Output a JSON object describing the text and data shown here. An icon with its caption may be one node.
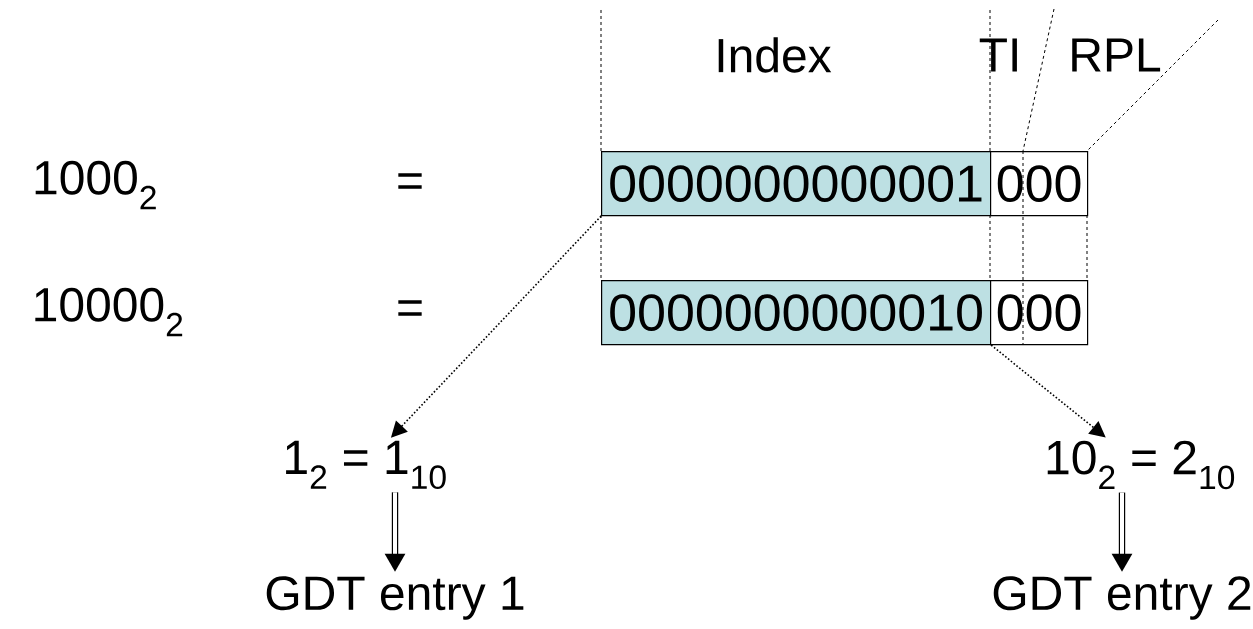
{
  "diagram": {
    "nodes": [
      {
        "text": [
          "0000000000001"
        ]
      },
      {
        "text": [
          "000"
        ]
      },
      {
        "text": [
          "0000000000010"
        ]
      },
      {
        "text": [
          "000"
        ]
      },
      {
        "text": [
          "1$_{2}$ = 1$_{10}$"
        ]
      },
      {
        "text": [
          "GDT entry 1"
        ]
      },
      {
        "text": [
          "10$_{2}$ = 2$_{10}$"
        ]
      },
      {
        "text": [
          "GDT entry 2"
        ]
      }
    ],
    "edges": [
      {
        "from": 0,
        "to": 4,
        "arrow": "to",
        "style": "dashed"
      },
      {
        "from": 2,
        "to": 6,
        "arrow": "to",
        "style": "dashed"
      },
      {
        "from": 4,
        "to": 5,
        "arrow": "to",
        "style": "thick"
      },
      {
        "from": 6,
        "to": 7,
        "arrow": "to",
        "style": "thick"
      }
    ],
    "labels": [
      "Index",
      "TI",
      "RPL",
      "1000$_{2}$",
      "=",
      "10000$_{2}$",
      "="
    ]
  }
}
